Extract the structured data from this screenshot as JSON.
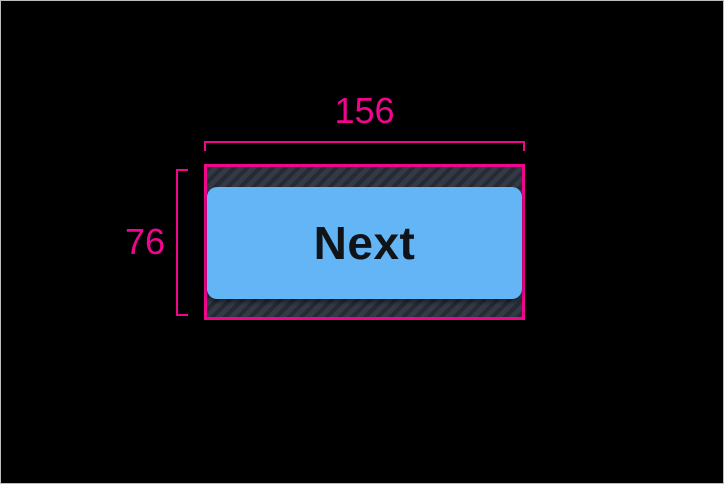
{
  "annotation": {
    "width_value": "156",
    "height_value": "76"
  },
  "button": {
    "label": "Next"
  },
  "colors": {
    "annotation_pink": "#F1058F",
    "button_blue": "#64B5F6",
    "button_text": "#101418",
    "hatch_base": "#333A46",
    "hatch_stripe": "#252A33",
    "canvas_black": "#000000",
    "frame_border": "#BDBDBD"
  }
}
